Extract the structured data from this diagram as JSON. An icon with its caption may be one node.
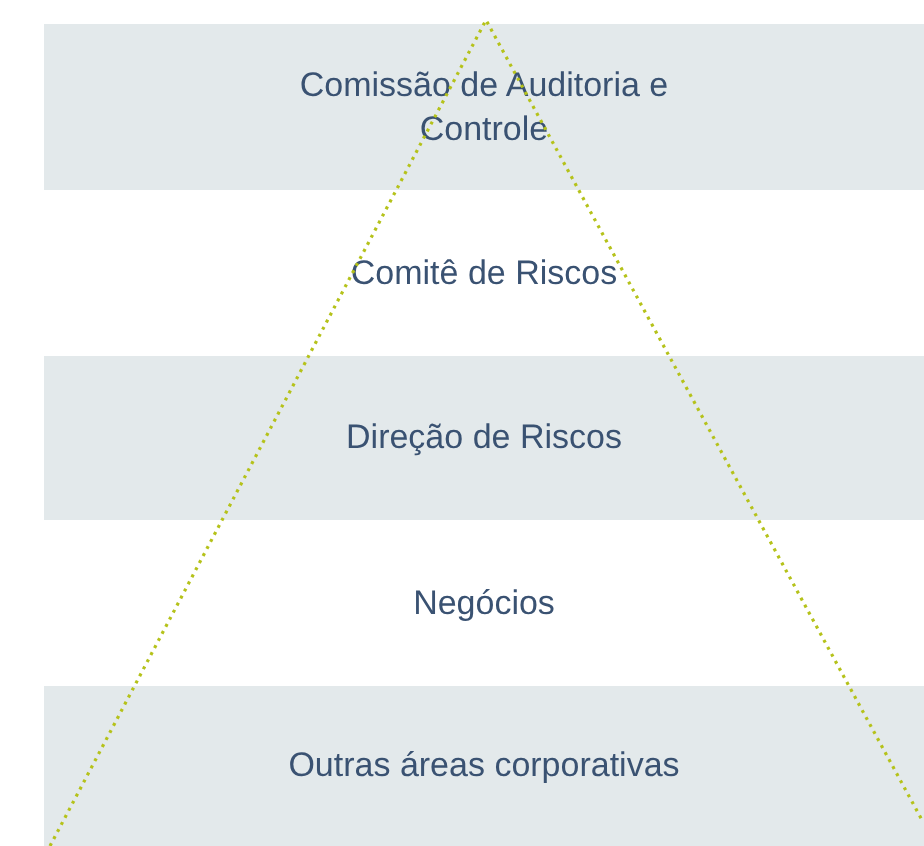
{
  "diagram": {
    "nodes": [
      {
        "text": [
          "Comissão de Auditoria e Controle"
        ]
      },
      {
        "text": [
          "Comitê de Riscos"
        ]
      },
      {
        "text": [
          "Direção de Riscos"
        ]
      },
      {
        "text": [
          "Negócios"
        ]
      },
      {
        "text": [
          "Outras áreas corporativas"
        ]
      }
    ]
  }
}
